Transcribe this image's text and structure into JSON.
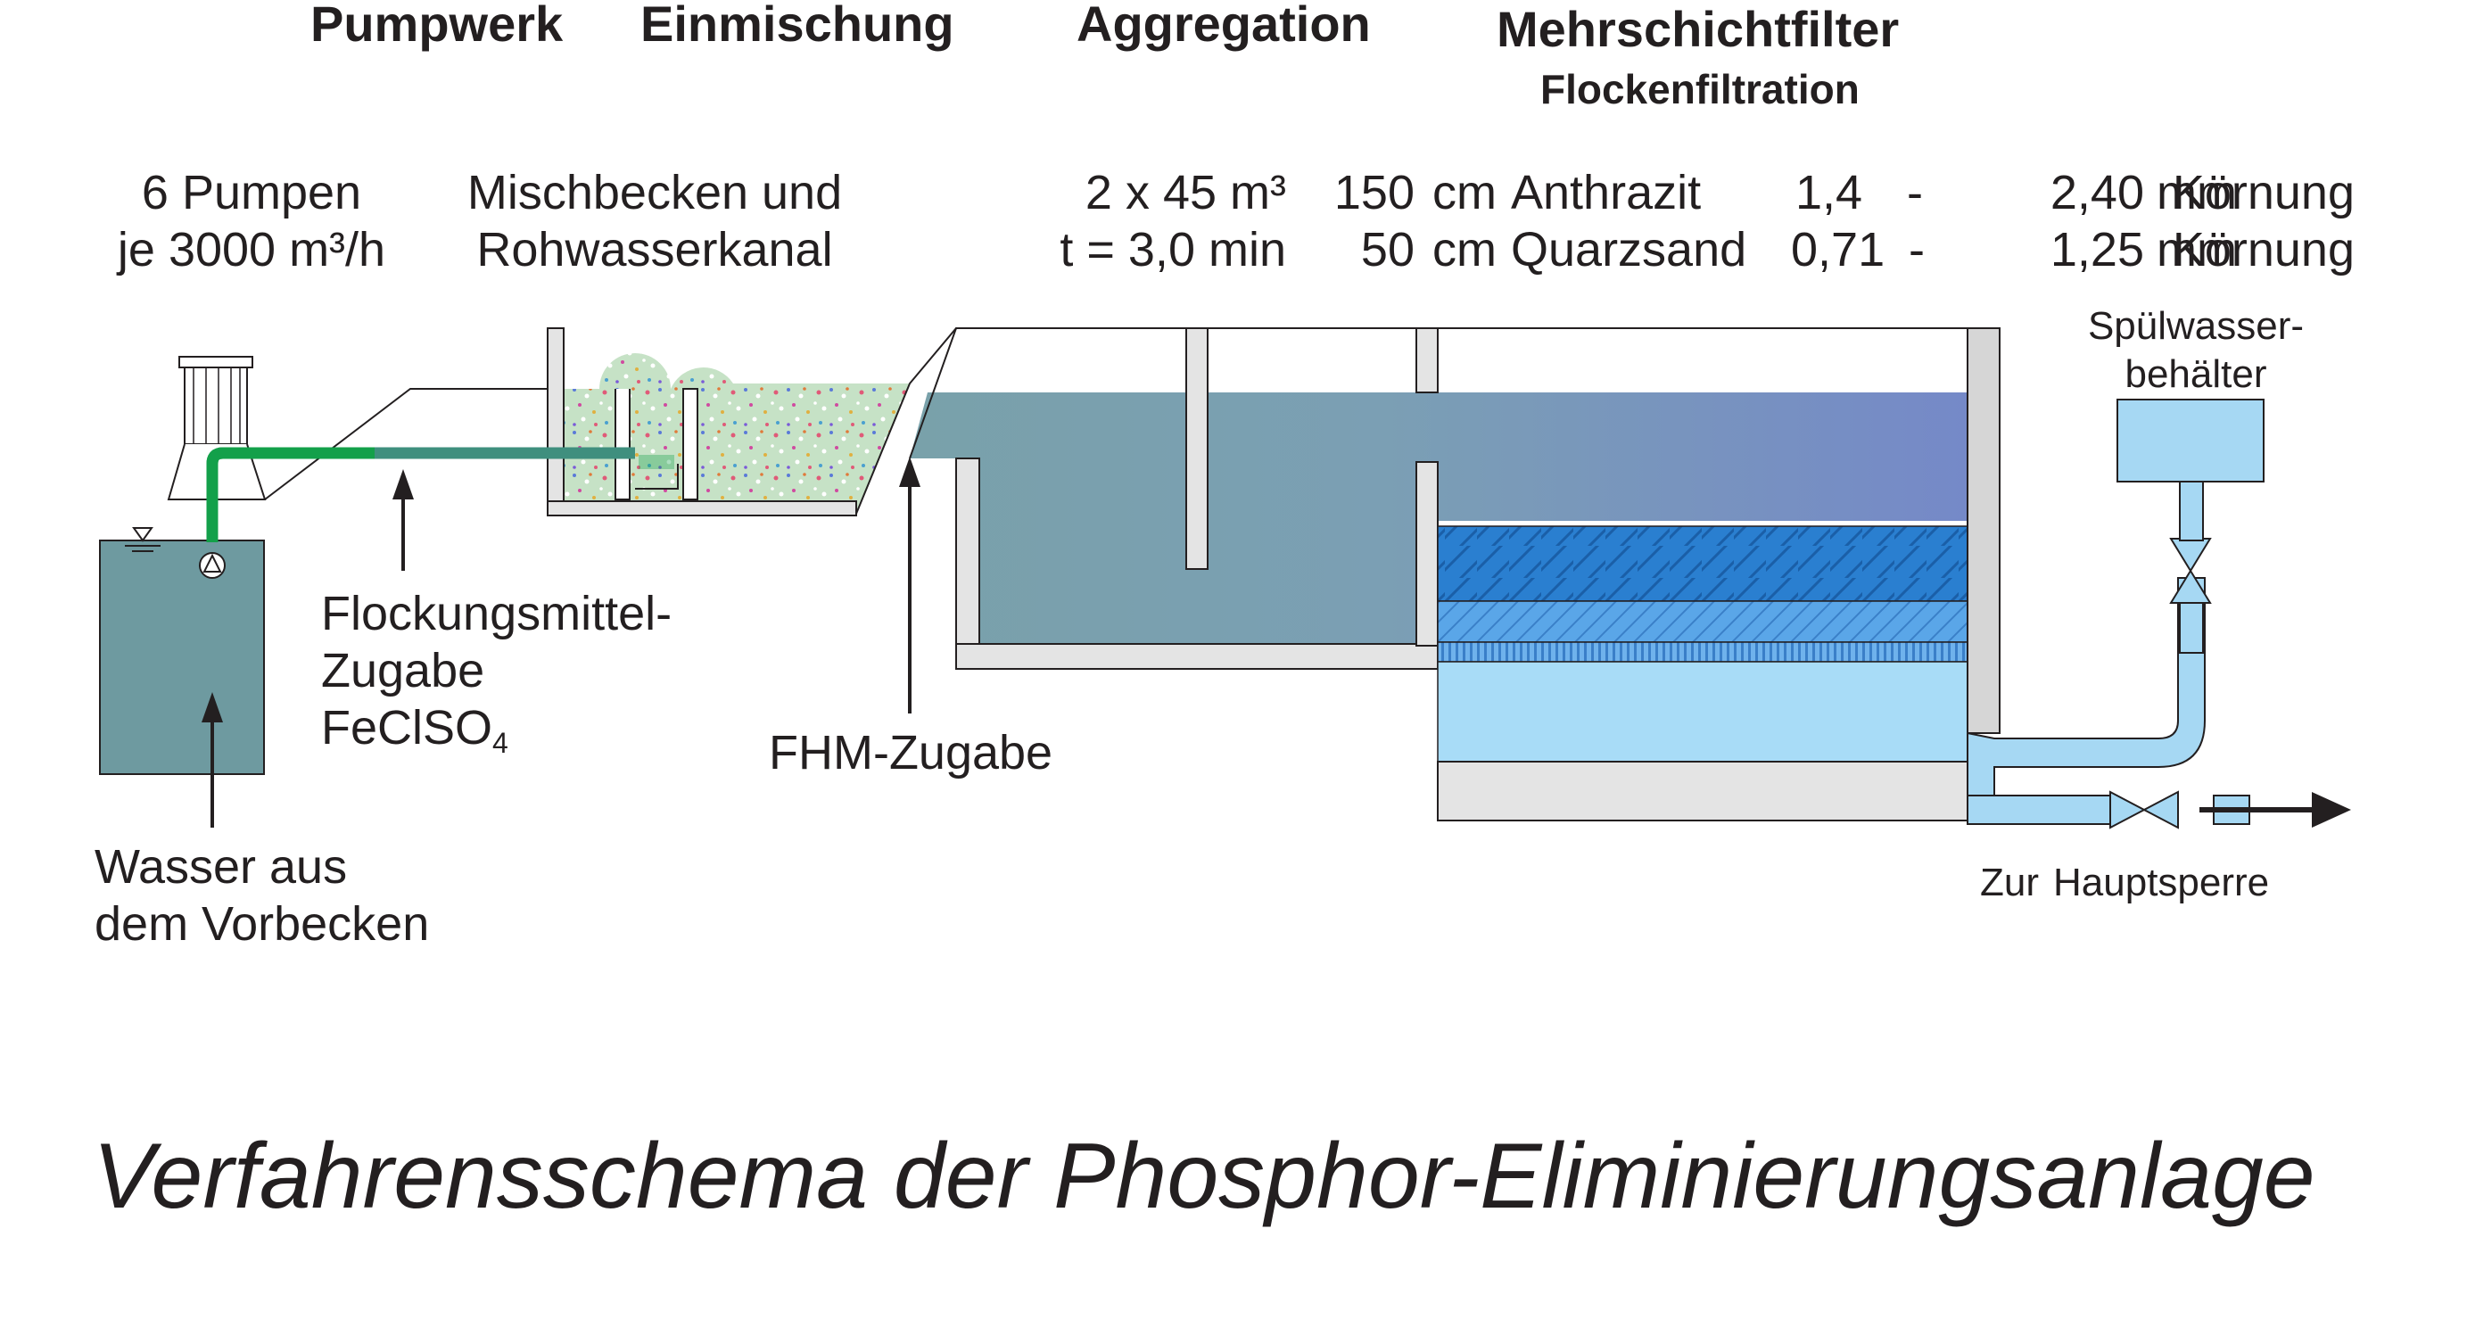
{
  "headers": {
    "pumpwerk": "Pumpwerk",
    "einmischung": "Einmischung",
    "aggregation": "Aggregation",
    "filter": "Mehrschichtfilter",
    "filter_sub": "Flockenfiltration"
  },
  "specs": {
    "pumps_line1": "6 Pumpen",
    "pumps_line2": "je 3000 m³/h",
    "mix_line1": "Mischbecken und",
    "mix_line2": "Rohwasserkanal",
    "agg_line1": "2 x 45 m³",
    "agg_line2": "t = 3,0 min",
    "depth1": "150",
    "depth2": "50",
    "unit_cm": "cm",
    "media1": "Anthrazit",
    "media2": "Quarzsand",
    "grain1_from": "1,4",
    "grain2_from": "0,71",
    "dash": "-",
    "grain1_to": "2,40",
    "grain2_to": "1,25",
    "unit_mm": "mm",
    "koernung": "Körnung"
  },
  "annotations": {
    "flock_line1": "Flockungsmittel-",
    "flock_line2": "Zugabe",
    "flock_line3": "FeClSO",
    "flock_sub": "4",
    "fhm": "FHM-Zugabe",
    "water_line1": "Wasser aus",
    "water_line2": "dem Vorbecken",
    "spuel_line1": "Spülwasser-",
    "spuel_line2": "behälter",
    "outlet_zur": "Zur",
    "outlet_dest": "Hauptsperre"
  },
  "title": "Verfahrensschema der Phosphor-Eliminierungsanlage",
  "colors": {
    "sump_water": "#6e9aa0",
    "pipe_green": "#1aa54a",
    "mix_green": "#c6e2c6",
    "agg_water": "#79a1aa",
    "filter_water": "#7a8fc8",
    "anthracite": "#2a7fd0",
    "sand": "#5aa6e8",
    "underdrain": "#a8dcf7",
    "wash_pipe": "#a6d8f3",
    "concrete": "#e4e4e4"
  }
}
